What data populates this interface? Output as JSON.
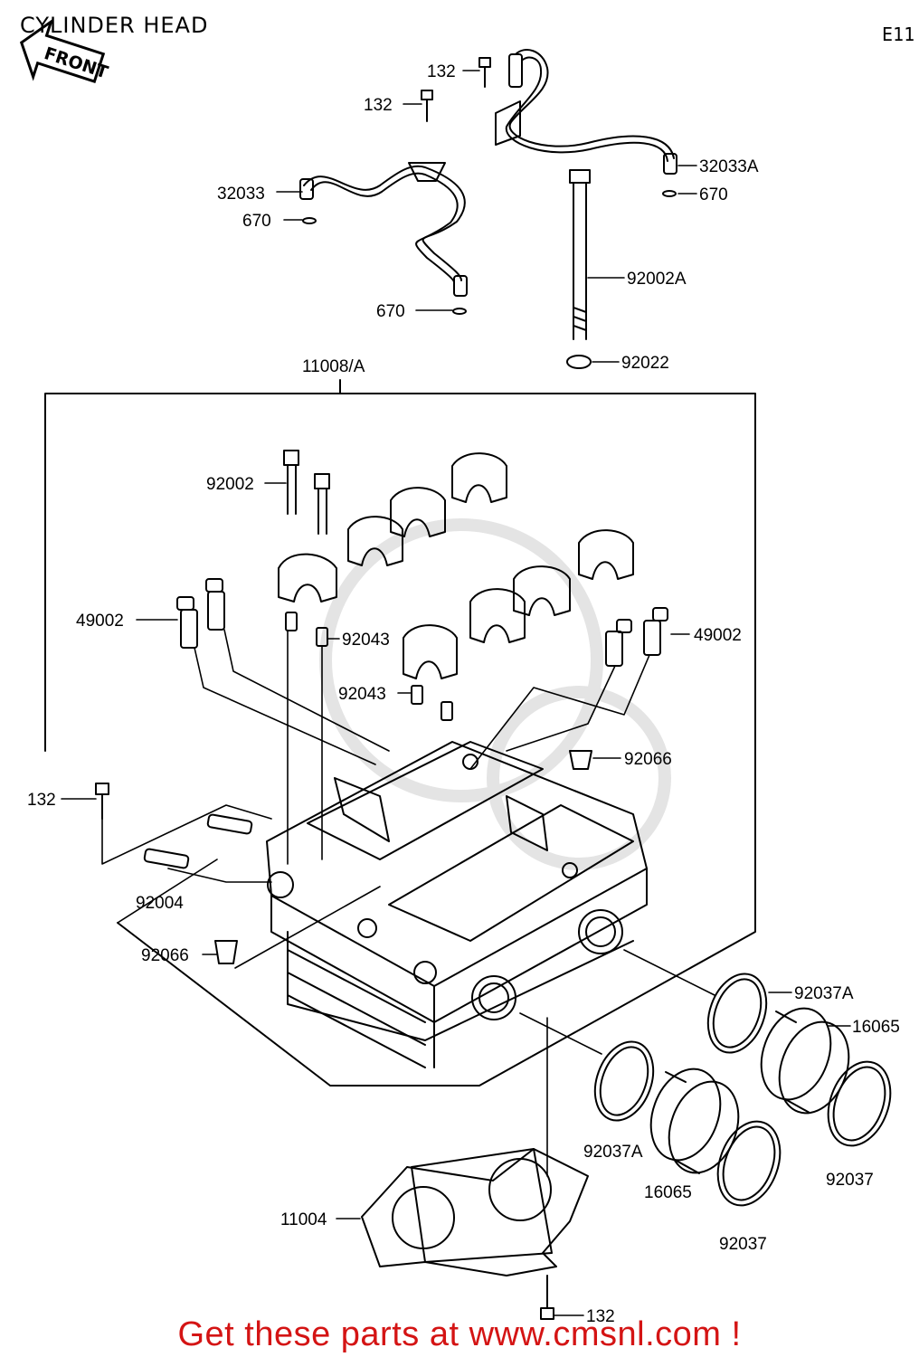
{
  "title": "CYLINDER HEAD",
  "diagram_code": "E11",
  "front_arrow_text": "FRONT",
  "footer_text": "Get these parts at www.cmsnl.com !",
  "colors": {
    "line": "#000000",
    "footer": "#d41414",
    "watermark": "#e4e4e4"
  },
  "part_labels": [
    "132",
    "132",
    "32033",
    "32033A",
    "670",
    "670",
    "670",
    "92002A",
    "92022",
    "11008/A",
    "92002",
    "49002",
    "49002",
    "92043",
    "92043",
    "92066",
    "132",
    "92004",
    "92066",
    "92037A",
    "16065",
    "92037A",
    "16065",
    "92037",
    "92037",
    "11004",
    "132"
  ]
}
